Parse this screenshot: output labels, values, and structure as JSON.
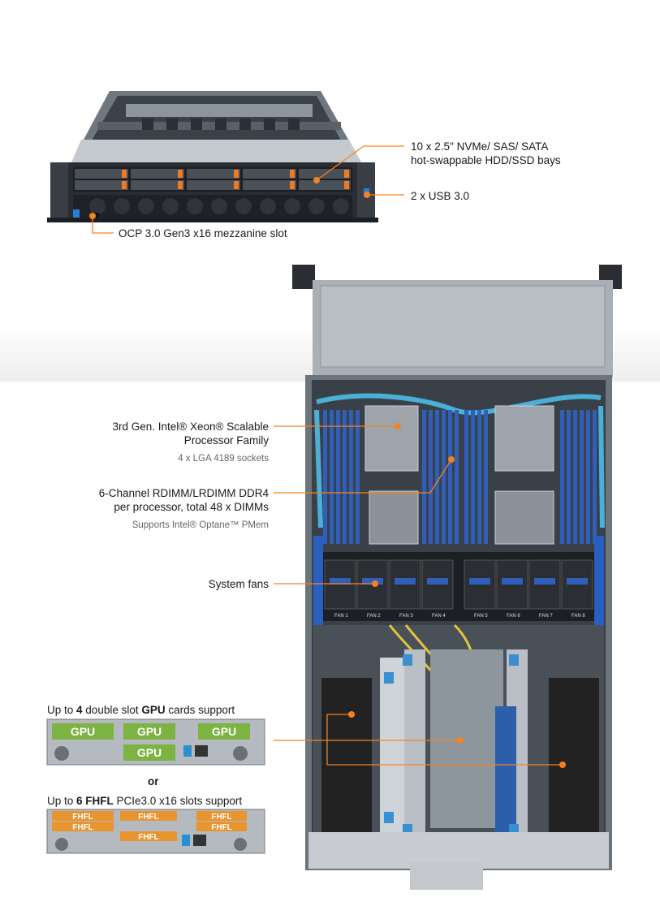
{
  "front_callouts": {
    "drive_bays_line1": "10 x 2.5\" NVMe/ SAS/ SATA",
    "drive_bays_line2": "hot-swappable HDD/SSD bays",
    "usb": "2 x USB 3.0",
    "ocp": "OCP 3.0 Gen3 x16 mezzanine slot"
  },
  "top_callouts": {
    "cpu_line1": "3rd Gen. Intel® Xeon® Scalable",
    "cpu_line2": "Processor Family",
    "cpu_sub": "4 x LGA 4189 sockets",
    "dimm_line1": "6-Channel RDIMM/LRDIMM DDR4",
    "dimm_line2": "per processor, total 48 x DIMMs",
    "dimm_sub": "Supports Intel® Optane™ PMem",
    "fans": "System fans"
  },
  "gpu_config": {
    "pre": "Up to ",
    "count": "4",
    "mid": " double slot ",
    "bold": "GPU",
    "post": " cards support",
    "card_label": "GPU"
  },
  "or_text": "or",
  "fhfl_config": {
    "pre": "Up to ",
    "bold": "6 FHFL",
    "post": " PCIe3.0 x16 slots support",
    "card_label": "FHFL"
  },
  "fan_labels": [
    "FAN 1",
    "FAN 2",
    "FAN 3",
    "FAN 4",
    "FAN 5",
    "FAN 6",
    "FAN 7",
    "FAN 8"
  ],
  "colors": {
    "accent": "#f58220",
    "gpu_green": "#7cb342",
    "fhfl_orange": "#e8942f",
    "chassis": "#9aa3ab"
  }
}
